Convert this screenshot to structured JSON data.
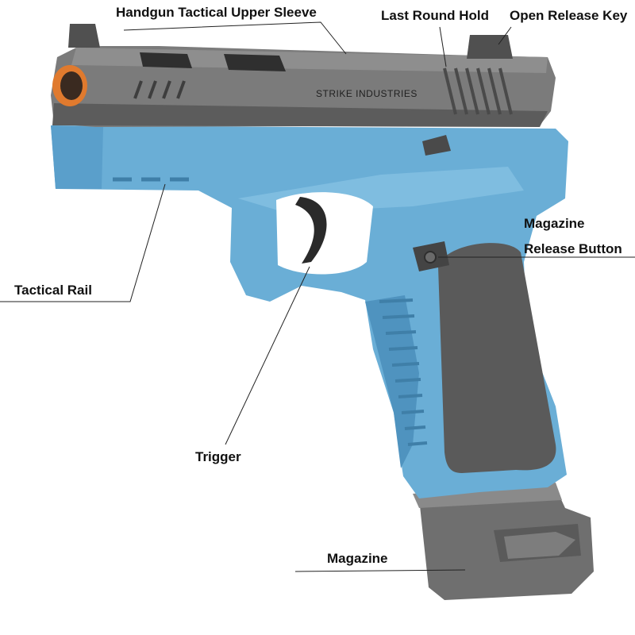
{
  "labels": {
    "upper_sleeve": "Handgun Tactical Upper Sleeve",
    "last_round_hold": "Last Round Hold",
    "open_release_key": "Open Release Key",
    "magazine_release_line1": "Magazine",
    "magazine_release_line2": "Release Button",
    "tactical_rail": "Tactical Rail",
    "trigger": "Trigger",
    "magazine": "Magazine"
  },
  "slide_engraving": "STRIKE INDUSTRIES",
  "colors": {
    "frame_blue": "#6aaed6",
    "frame_shadow": "#4f93bf",
    "slide_gray": "#7b7b7b",
    "slide_dark": "#5c5c5c",
    "grip_panel": "#5a5a5a",
    "magazine_gray": "#6f6f6f",
    "muzzle_orange": "#e07a2e",
    "leader_line": "#222222"
  }
}
